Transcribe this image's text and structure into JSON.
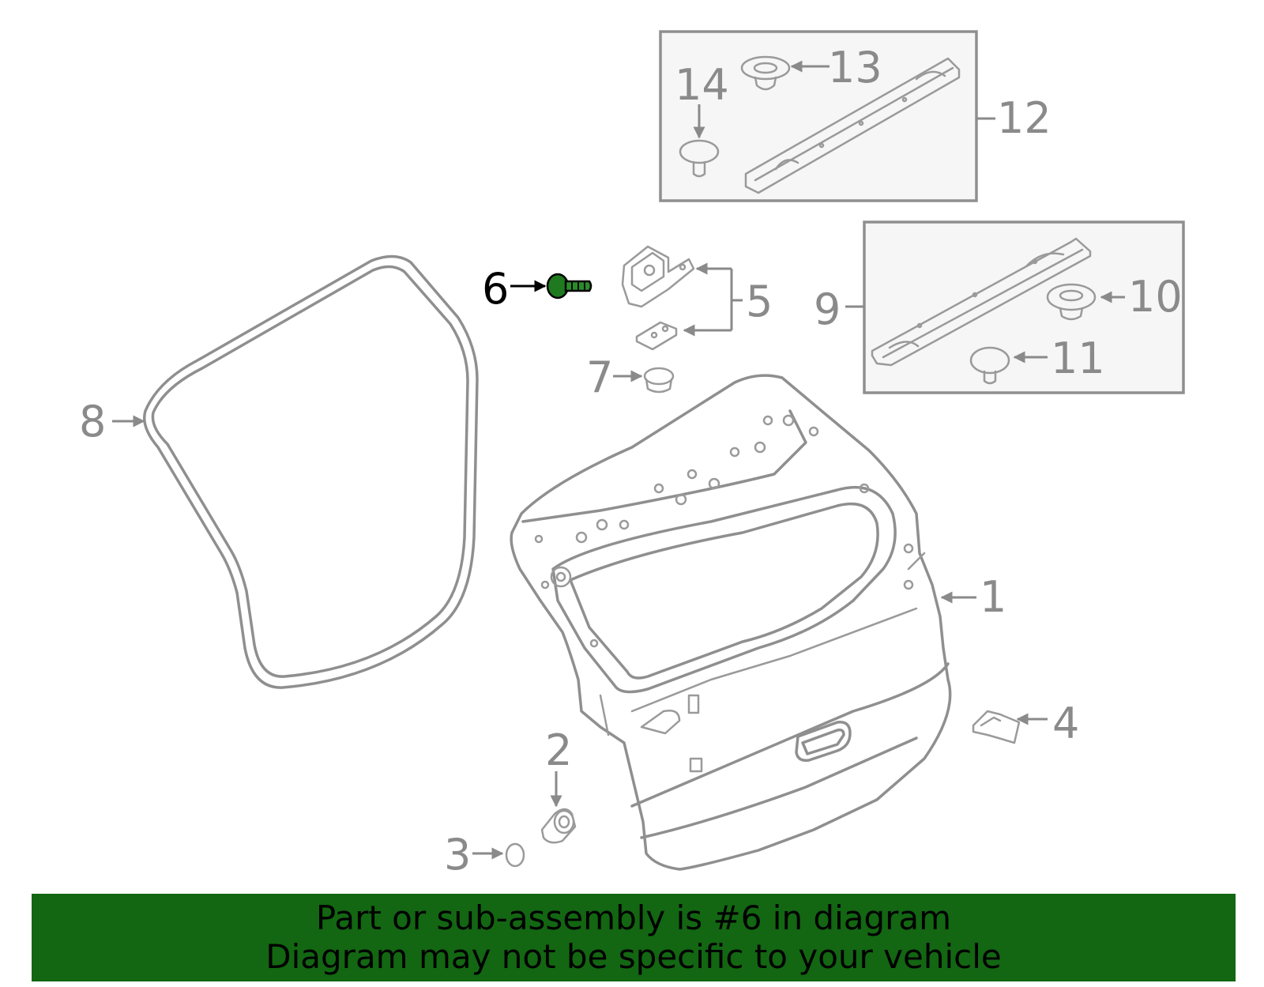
{
  "diagram": {
    "highlighted_part": "6",
    "highlight_color": "#1f7a1f",
    "banner_color": "#136612",
    "callouts": [
      "1",
      "2",
      "3",
      "4",
      "5",
      "6",
      "7",
      "8",
      "9",
      "10",
      "11",
      "12",
      "13",
      "14"
    ],
    "parts": [
      {
        "number": "1",
        "icon": "liftgate-panel-icon"
      },
      {
        "number": "2",
        "icon": "bumper-stop-icon"
      },
      {
        "number": "3",
        "icon": "grommet-ring-icon"
      },
      {
        "number": "4",
        "icon": "bracket-clip-icon"
      },
      {
        "number": "5",
        "icon": "hinge-assembly-icon"
      },
      {
        "number": "6",
        "icon": "hinge-bolt-icon"
      },
      {
        "number": "7",
        "icon": "nut-icon"
      },
      {
        "number": "8",
        "icon": "weatherstrip-seal-icon"
      },
      {
        "number": "9",
        "icon": "reinforcement-bar-icon"
      },
      {
        "number": "10",
        "icon": "push-clip-icon"
      },
      {
        "number": "11",
        "icon": "push-clip-icon"
      },
      {
        "number": "12",
        "icon": "reinforcement-bar-icon"
      },
      {
        "number": "13",
        "icon": "push-clip-icon"
      },
      {
        "number": "14",
        "icon": "push-clip-icon"
      }
    ]
  },
  "banner": {
    "line1": "Part or sub-assembly is #6 in diagram",
    "line2": "Diagram may not be specific to your vehicle"
  }
}
